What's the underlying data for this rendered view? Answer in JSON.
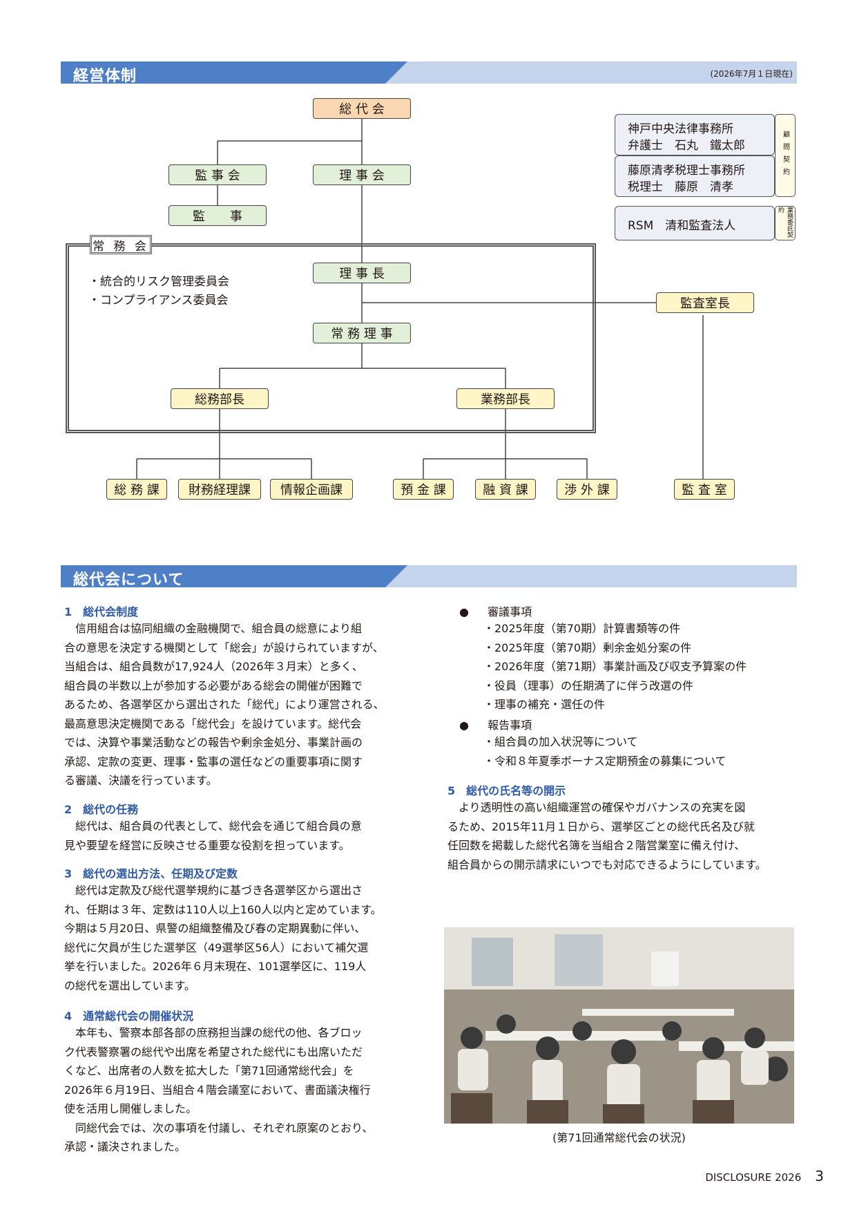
{
  "section1": {
    "title": "経営体制",
    "note": "(2026年7月１日現在)"
  },
  "org": {
    "soudaikai": "総 代 会",
    "kanjikai": "監 事 会",
    "rijikai": "理 事 会",
    "kanji": "監　　事",
    "joumukai": "常 務 会",
    "committees": [
      "・統合的リスク管理委員会",
      "・コンプライアンス委員会"
    ],
    "rijichou": "理 事 長",
    "joumuriji": "常 務 理 事",
    "kansashitsuchou": "監査室長",
    "soumubuchou": "総務部長",
    "gyoumubuchou": "業務部長",
    "ka": [
      "総 務 課",
      "財務経理課",
      "情報企画課",
      "預 金 課",
      "融 資 課",
      "渉 外 課",
      "監 査 室"
    ],
    "advisors": {
      "law_firm": "神戸中央法律事務所",
      "lawyer": "弁護士　石丸　鐵太郎",
      "tax_firm": "藤原清孝税理士事務所",
      "tax_accountant": "税理士　藤原　清孝",
      "advisory_tag": "顧問契約",
      "audit_firm": "RSM　清和監査法人",
      "audit_tag": "業務委託契約"
    }
  },
  "section2": {
    "title": "総代会について"
  },
  "left": {
    "h1": "1　総代会制度",
    "p1": "　信用組合は協同組織の金融機関で、組合員の総意により組\n合の意思を決定する機関として「総会」が設けられていますが、\n当組合は、組合員数が17,924人（2026年３月末）と多く、\n組合員の半数以上が参加する必要がある総会の開催が困難で\nあるため、各選挙区から選出された「総代」により運営される、\n最高意思決定機関である「総代会」を設けています。総代会\nでは、決算や事業活動などの報告や剰余金処分、事業計画の\n承認、定款の変更、理事・監事の選任などの重要事項に関す\nる審議、決議を行っています。",
    "h2": "2　総代の任務",
    "p2": "　総代は、組合員の代表として、総代会を通じて組合員の意\n見や要望を経営に反映させる重要な役割を担っています。",
    "h3": "3　総代の選出方法、任期及び定数",
    "p3": "　総代は定款及び総代選挙規約に基づき各選挙区から選出さ\nれ、任期は３年、定数は110人以上160人以内と定めています。\n今期は５月20日、県警の組織整備及び春の定期異動に伴い、\n総代に欠員が生じた選挙区（49選挙区56人）において補欠選\n挙を行いました。2026年６月末現在、101選挙区に、119人\nの総代を選出しています。",
    "h4": "4　通常総代会の開催状況",
    "p4": "　本年も、警察本部各部の庶務担当課の総代の他、各ブロッ\nク代表警察署の総代や出席を希望された総代にも出席いただ\nくなど、出席者の人数を拡大した「第71回通常総代会」を\n2026年６月19日、当組合４階会議室において、書面議決権行\n使を活用し開催しました。\n　同総代会では、次の事項を付議し、それぞれ原案のとおり、\n承認・議決されました。"
  },
  "right": {
    "b1": "審議事項",
    "b1_items": "・2025年度（第70期）計算書類等の件\n・2025年度（第70期）剰余金処分案の件\n・2026年度（第71期）事業計画及び収支予算案の件\n・役員（理事）の任期満了に伴う改選の件\n・理事の補充・選任の件",
    "b2": "報告事項",
    "b2_items": "・組合員の加入状況等について\n・令和８年夏季ボーナス定期預金の募集について",
    "h5": "5　総代の氏名等の開示",
    "p5": "　より透明性の高い組織運営の確保やガバナンスの充実を図\nるため、2015年11月１日から、選挙区ごとの総代氏名及び就\n任回数を掲載した総代名簿を当組合２階営業室に備え付け、\n組合員からの開示請求にいつでも対応できるようにしています。",
    "caption": "(第71回通常総代会の状況)"
  },
  "footer": {
    "label": "DISCLOSURE 2026",
    "page": "3"
  }
}
